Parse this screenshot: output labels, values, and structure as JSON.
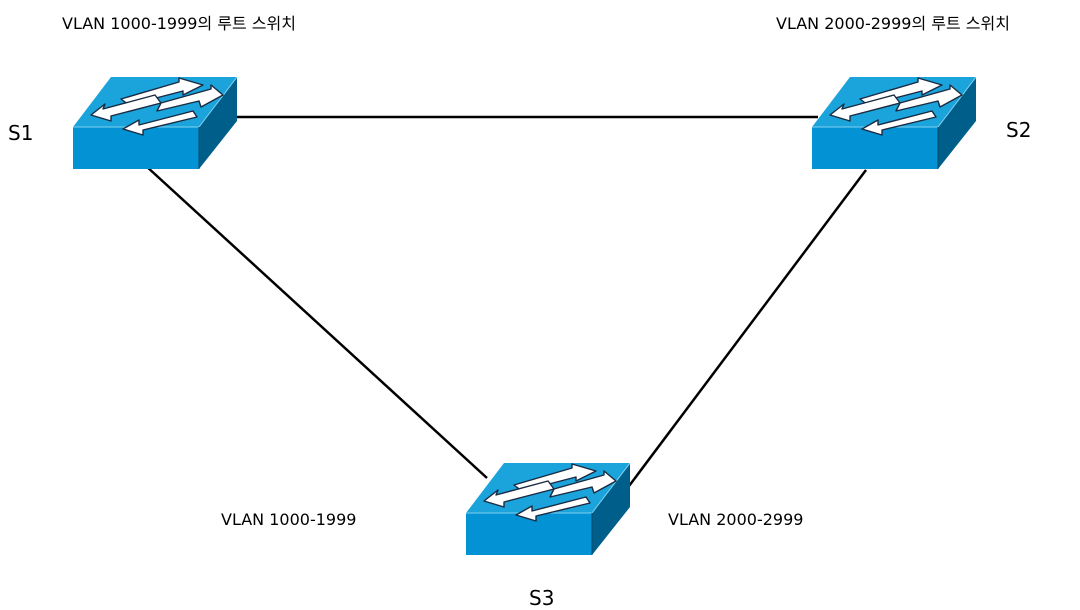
{
  "root_labels": {
    "left": "VLAN 1000-1999의 루트 스위치",
    "right": "VLAN 2000-2999의 루트 스위치"
  },
  "switches": [
    {
      "id": "s1",
      "label": "S1",
      "icon": "network-switch-icon"
    },
    {
      "id": "s2",
      "label": "S2",
      "icon": "network-switch-icon"
    },
    {
      "id": "s3",
      "label": "S3",
      "icon": "network-switch-icon"
    }
  ],
  "link_labels": {
    "s1_s3": "VLAN 1000-1999",
    "s2_s3": "VLAN 2000-2999"
  },
  "links": [
    {
      "from": "s1",
      "to": "s2"
    },
    {
      "from": "s1",
      "to": "s3"
    },
    {
      "from": "s2",
      "to": "s3"
    }
  ],
  "colors": {
    "switch_top": "#1ba3dc",
    "switch_front": "#0393d5",
    "switch_side": "#005f8a",
    "arrow": "#ffffff",
    "link": "#000000"
  }
}
